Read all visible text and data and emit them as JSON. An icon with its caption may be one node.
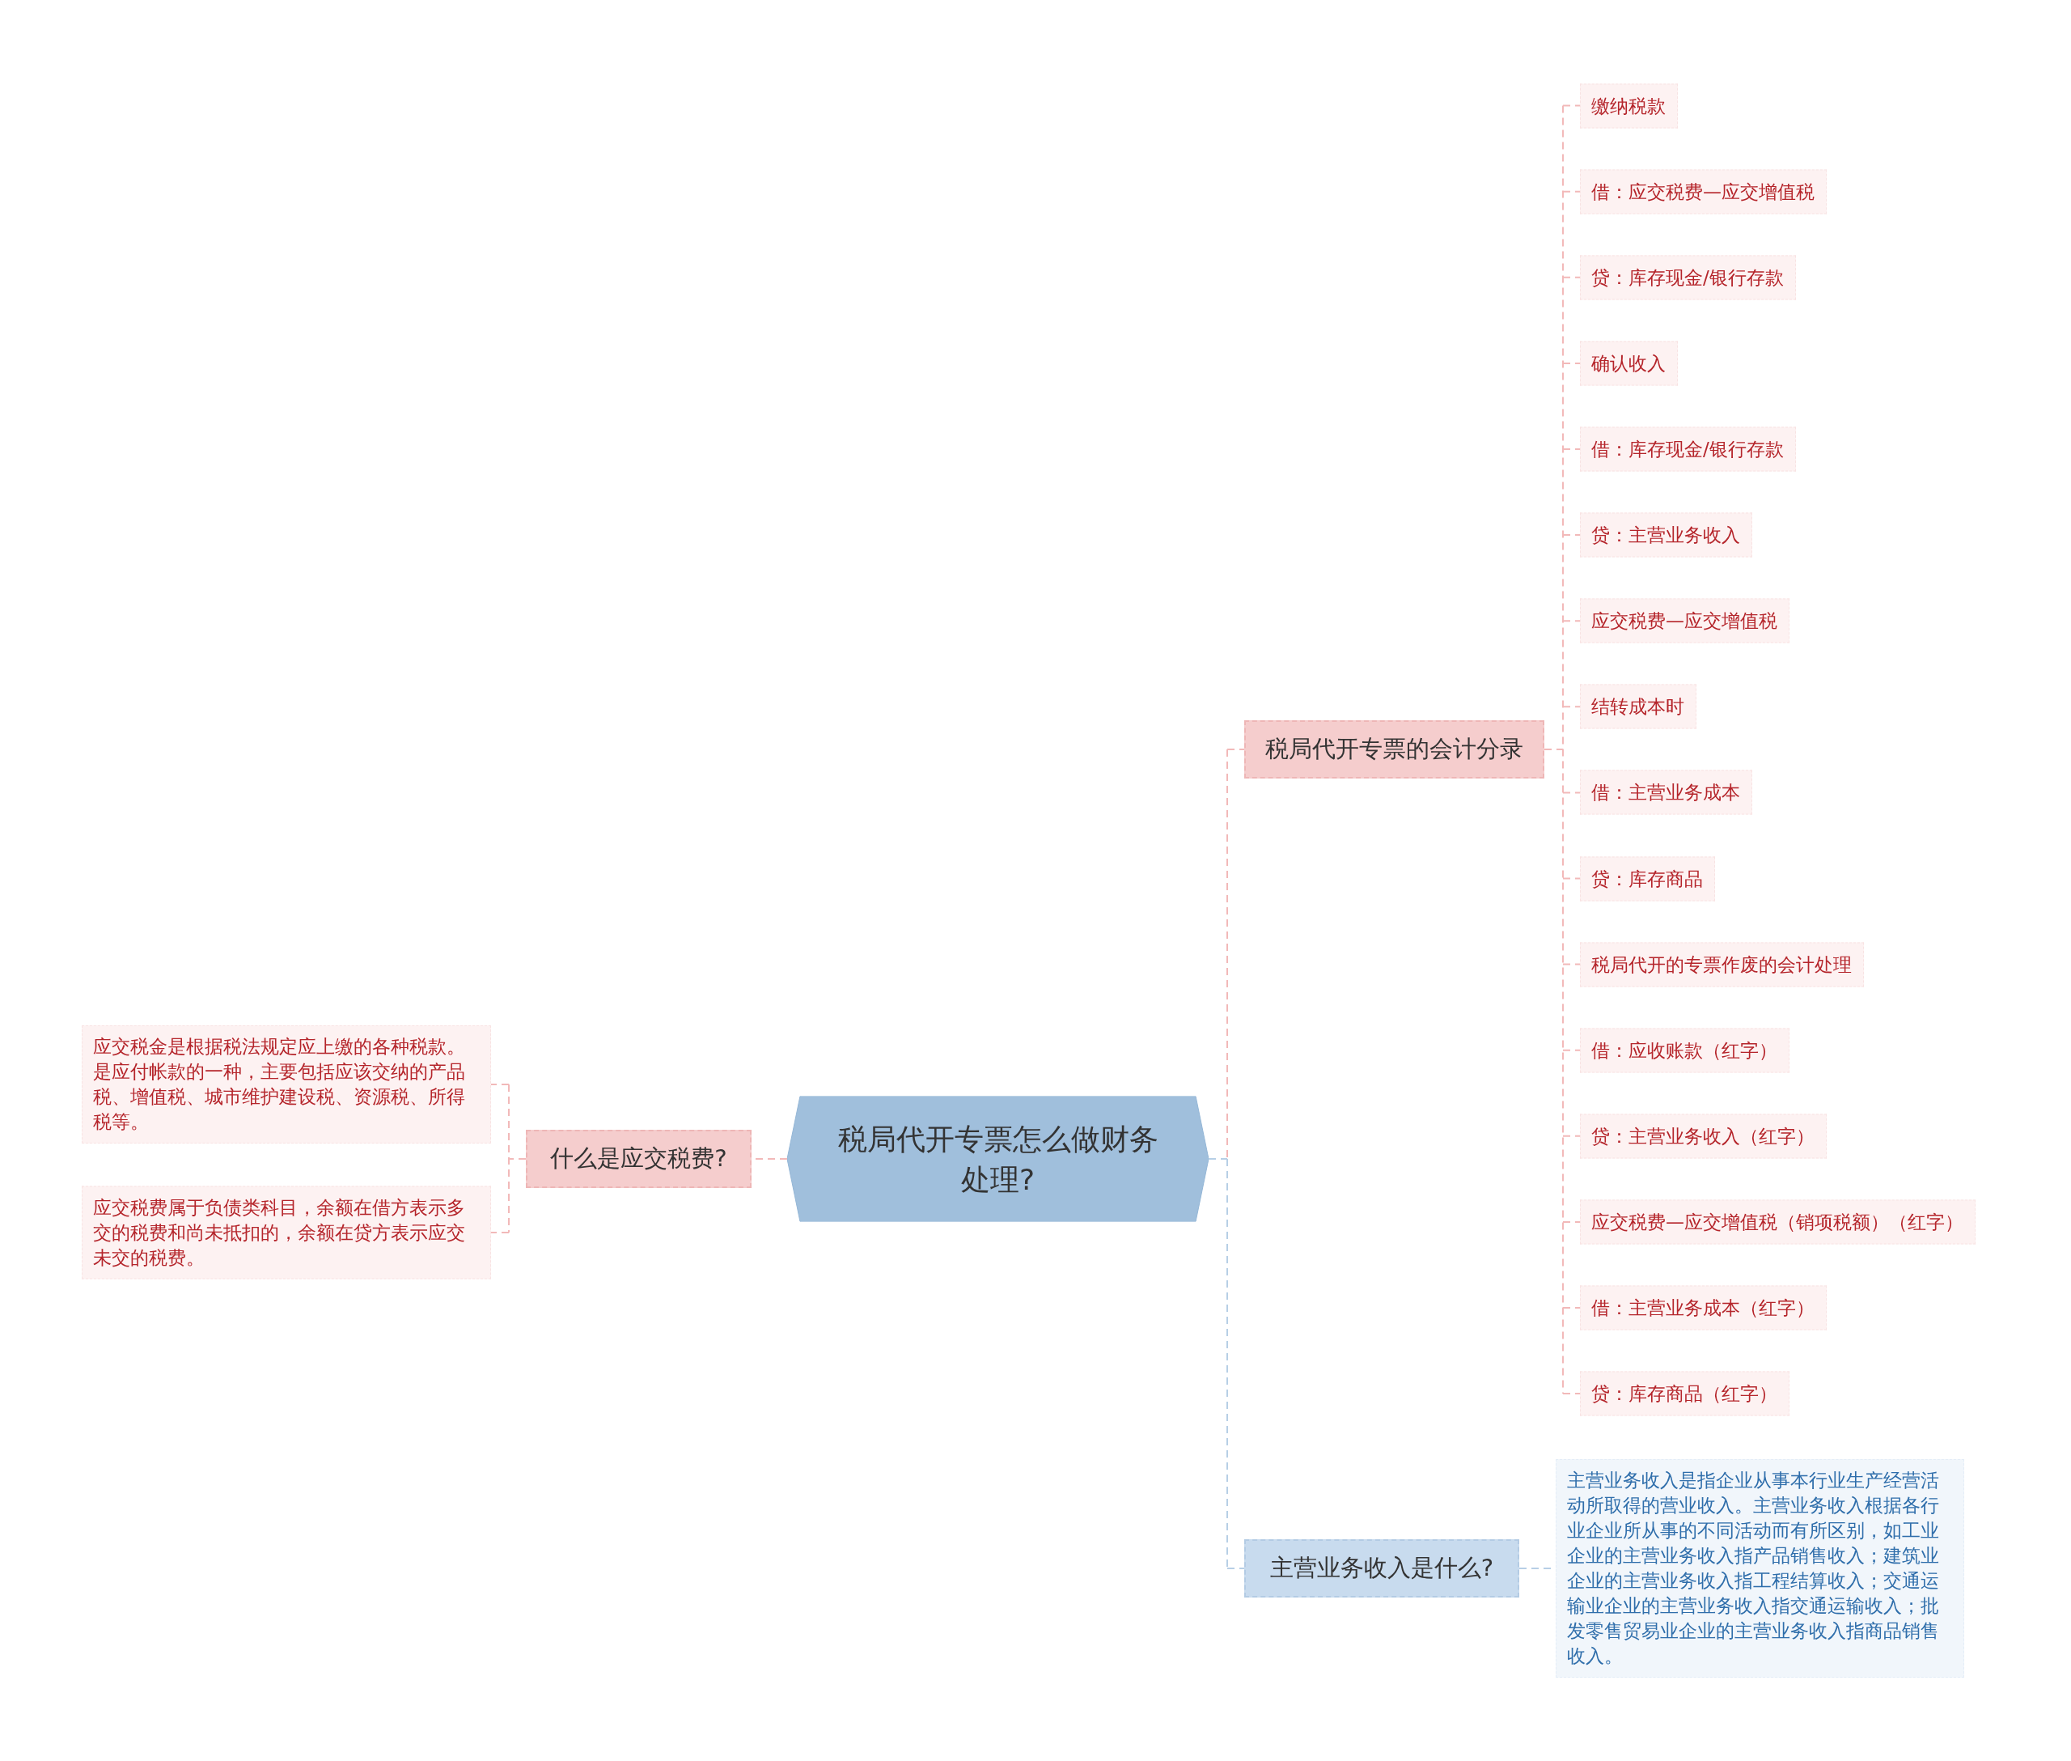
{
  "diagram": {
    "nodes": [
      {
        "text": [
          "税局代开专票怎么做财务处理?"
        ]
      },
      {
        "text": [
          "什么是应交税费?"
        ]
      },
      {
        "text": [
          "应交税金是根据税法规定应上缴的各种税款。是应付帐款的一种，主要包括应该交纳的产品税、增值税、城市维护建设税、资源税、所得税等。"
        ]
      },
      {
        "text": [
          "应交税费属于负债类科目，余额在借方表示多交的税费和尚未抵扣的，余额在贷方表示应交未交的税费。"
        ]
      },
      {
        "text": [
          "税局代开专票的会计分录"
        ]
      },
      {
        "text": [
          "缴纳税款"
        ]
      },
      {
        "text": [
          "借：应交税费—应交增值税"
        ]
      },
      {
        "text": [
          "贷：库存现金/银行存款"
        ]
      },
      {
        "text": [
          "确认收入"
        ]
      },
      {
        "text": [
          "借：库存现金/银行存款"
        ]
      },
      {
        "text": [
          "贷：主营业务收入"
        ]
      },
      {
        "text": [
          "应交税费—应交增值税"
        ]
      },
      {
        "text": [
          "结转成本时"
        ]
      },
      {
        "text": [
          "借：主营业务成本"
        ]
      },
      {
        "text": [
          "贷：库存商品"
        ]
      },
      {
        "text": [
          "税局代开的专票作废的会计处理"
        ]
      },
      {
        "text": [
          "借：应收账款（红字）"
        ]
      },
      {
        "text": [
          "贷：主营业务收入（红字）"
        ]
      },
      {
        "text": [
          "应交税费—应交增值税（销项税额）（红字）"
        ]
      },
      {
        "text": [
          "借：主营业务成本（红字）"
        ]
      },
      {
        "text": [
          "贷：库存商品（红字）"
        ]
      },
      {
        "text": [
          "主营业务收入是什么?"
        ]
      },
      {
        "text": [
          "主营业务收入是指企业从事本行业生产经营活动所取得的营业收入。主营业务收入根据各行业企业所从事的不同活动而有所区别，如工业企业的主营业务收入指产品销售收入；建筑业企业的主营业务收入指工程结算收入；交通运输业企业的主营业务收入指交通运输收入；批发零售贸易业企业的主营业务收入指商品销售收入。"
        ]
      }
    ],
    "edges": [
      {
        "from": 0,
        "to": 1,
        "arrow": "none",
        "style": "dashed"
      },
      {
        "from": 1,
        "to": 2,
        "arrow": "none",
        "style": "dashed"
      },
      {
        "from": 1,
        "to": 3,
        "arrow": "none",
        "style": "dashed"
      },
      {
        "from": 0,
        "to": 4,
        "arrow": "none",
        "style": "dashed"
      },
      {
        "from": 4,
        "to": 5,
        "arrow": "none",
        "style": "dashed"
      },
      {
        "from": 4,
        "to": 6,
        "arrow": "none",
        "style": "dashed"
      },
      {
        "from": 4,
        "to": 7,
        "arrow": "none",
        "style": "dashed"
      },
      {
        "from": 4,
        "to": 8,
        "arrow": "none",
        "style": "dashed"
      },
      {
        "from": 4,
        "to": 9,
        "arrow": "none",
        "style": "dashed"
      },
      {
        "from": 4,
        "to": 10,
        "arrow": "none",
        "style": "dashed"
      },
      {
        "from": 4,
        "to": 11,
        "arrow": "none",
        "style": "dashed"
      },
      {
        "from": 4,
        "to": 12,
        "arrow": "none",
        "style": "dashed"
      },
      {
        "from": 4,
        "to": 13,
        "arrow": "none",
        "style": "dashed"
      },
      {
        "from": 4,
        "to": 14,
        "arrow": "none",
        "style": "dashed"
      },
      {
        "from": 4,
        "to": 15,
        "arrow": "none",
        "style": "dashed"
      },
      {
        "from": 4,
        "to": 16,
        "arrow": "none",
        "style": "dashed"
      },
      {
        "from": 4,
        "to": 17,
        "arrow": "none",
        "style": "dashed"
      },
      {
        "from": 4,
        "to": 18,
        "arrow": "none",
        "style": "dashed"
      },
      {
        "from": 4,
        "to": 19,
        "arrow": "none",
        "style": "dashed"
      },
      {
        "from": 4,
        "to": 20,
        "arrow": "none",
        "style": "dashed"
      },
      {
        "from": 0,
        "to": 21,
        "arrow": "none",
        "style": "dashed",
        "color": "#b7cfe6"
      },
      {
        "from": 21,
        "to": 22,
        "arrow": "none",
        "style": "dashed",
        "color": "#b7cfe6"
      }
    ]
  }
}
